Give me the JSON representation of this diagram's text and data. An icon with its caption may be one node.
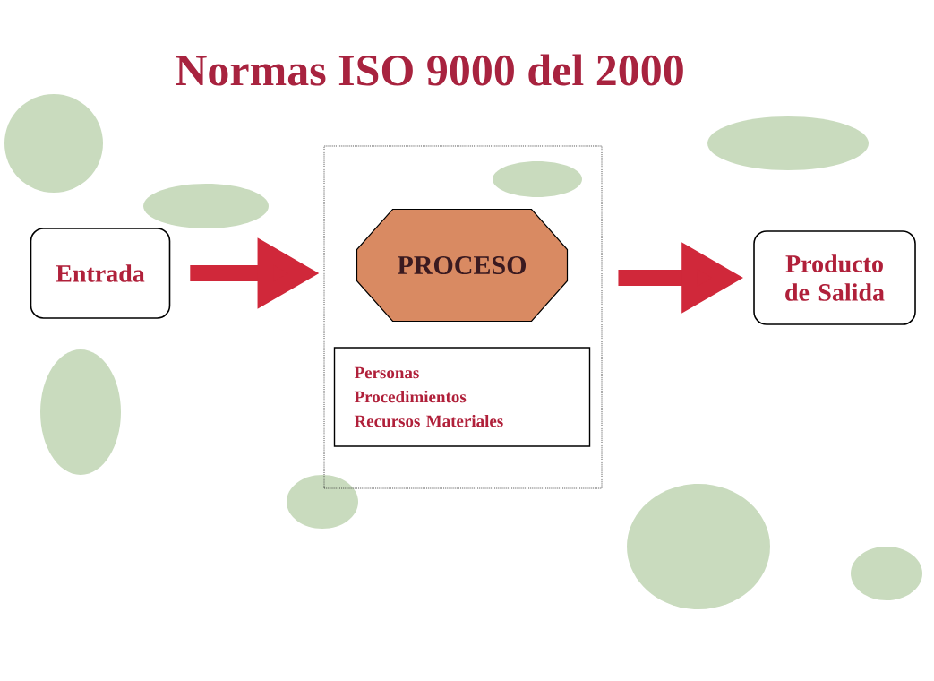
{
  "diagram": {
    "title": "Normas ISO 9000 del 2000",
    "nodes": [
      {
        "text": [
          "Entrada"
        ]
      },
      {
        "text": [],
        "shape": "box"
      },
      {
        "text": [
          "PROCESO"
        ],
        "in": 1
      },
      {
        "text": [
          "Personas",
          "Procedimientos",
          "Recursos Materiales"
        ],
        "in": 1
      },
      {
        "text": [
          "Producto de Salida"
        ]
      }
    ],
    "edges": [
      {
        "from": 0,
        "to": 1,
        "arrow": "to"
      },
      {
        "from": 1,
        "to": 4,
        "arrow": "to"
      }
    ]
  }
}
